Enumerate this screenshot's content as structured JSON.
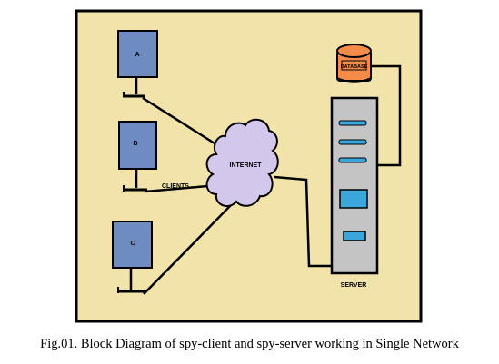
{
  "colors": {
    "background": "#f1e3a9",
    "frame": "#000000",
    "client_screen": "#6e8cc1",
    "cloud": "#d3c7ec",
    "server_body": "#c4c4c4",
    "slot": "#3aa6dc",
    "database": "#f58b49"
  },
  "clients": [
    {
      "label": "A"
    },
    {
      "label": "B"
    },
    {
      "label": "C"
    }
  ],
  "clients_label": "CLIENTS",
  "internet_label": "INTERNET",
  "database_label": "DATABASE",
  "server_label": "SERVER",
  "caption": "Fig.01. Block Diagram of spy-client and spy-server working in Single Network"
}
